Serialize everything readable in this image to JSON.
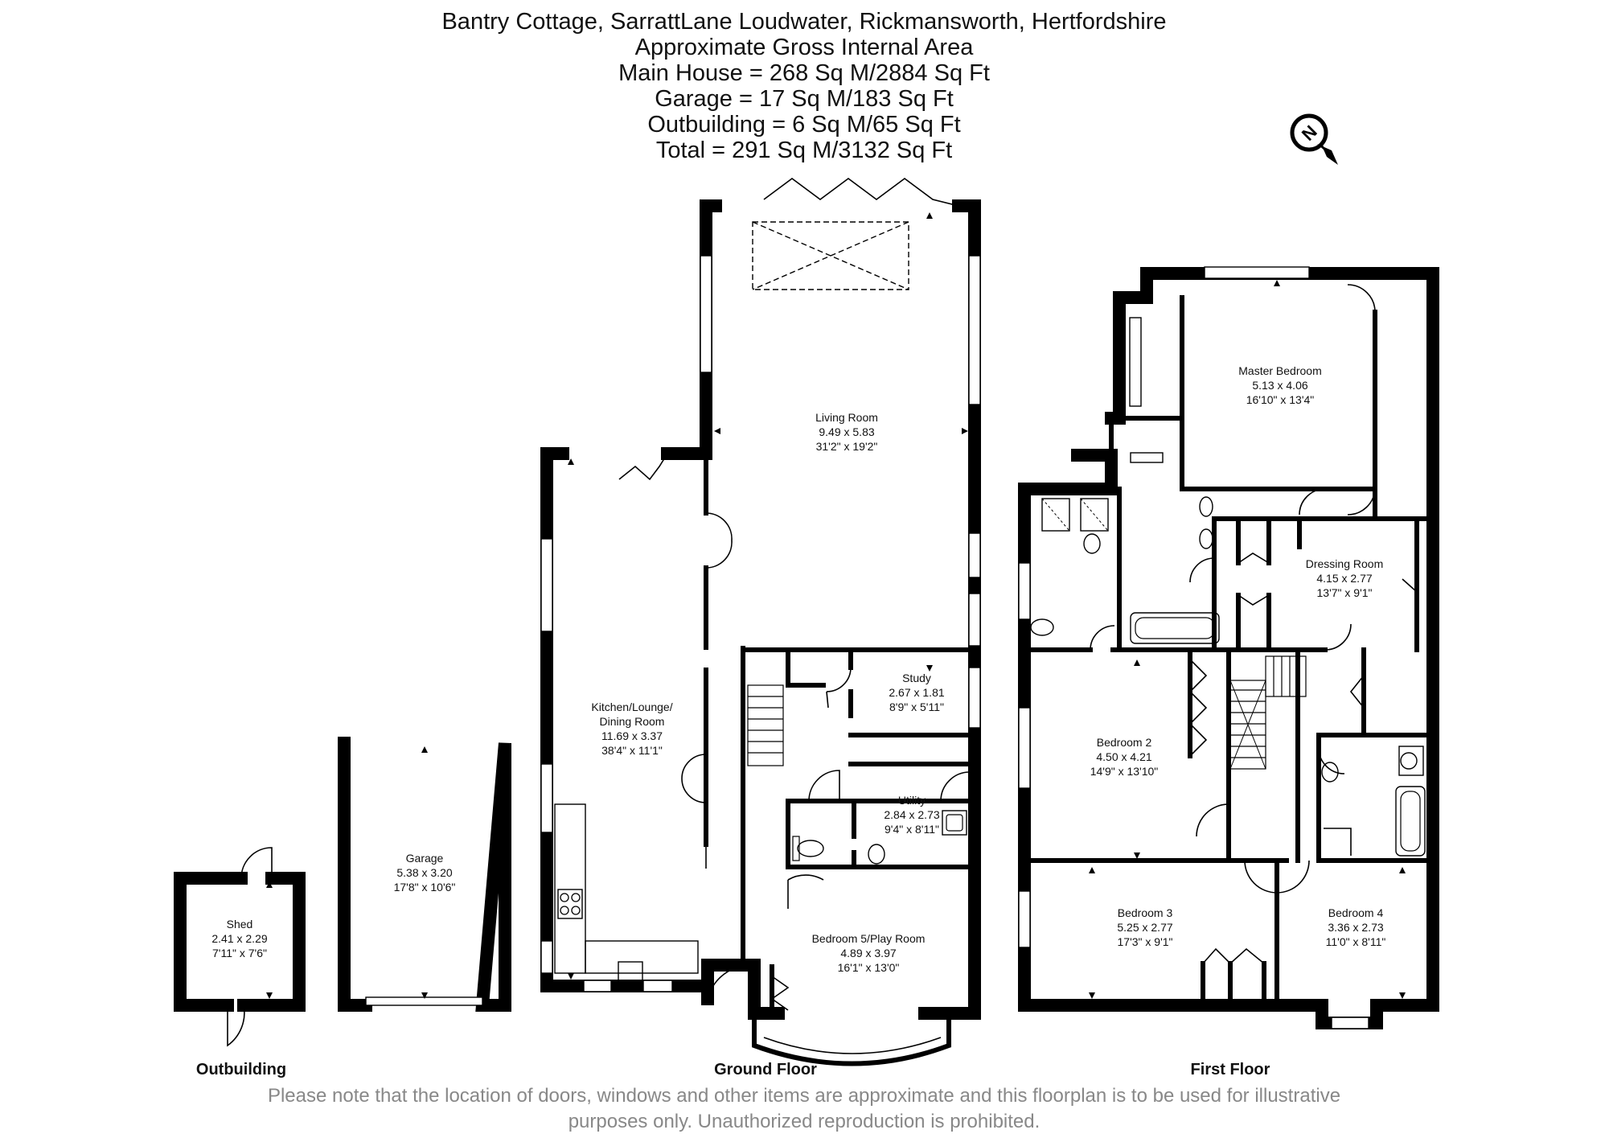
{
  "header": {
    "address": "Bantry Cottage, SarrattLane Loudwater, Rickmansworth, Hertfordshire",
    "area_title": "Approximate Gross Internal Area",
    "main_house": "Main House = 268 Sq M/2884 Sq Ft",
    "garage": "Garage = 17 Sq M/183 Sq Ft",
    "outbuilding": "Outbuilding = 6 Sq M/65 Sq Ft",
    "total": "Total = 291 Sq M/3132 Sq Ft"
  },
  "compass": {
    "letter": "N",
    "icon": "north-arrow-icon"
  },
  "rooms": {
    "living": {
      "name": "Living Room",
      "metric": "9.49 x 5.83",
      "imperial": "31'2\" x 19'2\""
    },
    "kitchen": {
      "name1": "Kitchen/Lounge/",
      "name2": "Dining Room",
      "metric": "11.69 x 3.37",
      "imperial": "38'4\" x 11'1\""
    },
    "study": {
      "name": "Study",
      "metric": "2.67 x 1.81",
      "imperial": "8'9\" x 5'11\""
    },
    "utility": {
      "name": "Utility",
      "metric": "2.84 x 2.73",
      "imperial": "9'4\" x 8'11\""
    },
    "bedroom5": {
      "name": "Bedroom 5/Play Room",
      "metric": "4.89 x 3.97",
      "imperial": "16'1\" x 13'0\""
    },
    "garage": {
      "name": "Garage",
      "metric": "5.38 x 3.20",
      "imperial": "17'8\" x 10'6\""
    },
    "shed": {
      "name": "Shed",
      "metric": "2.41 x 2.29",
      "imperial": "7'11\" x 7'6\""
    },
    "master": {
      "name": "Master Bedroom",
      "metric": "5.13 x 4.06",
      "imperial": "16'10\" x 13'4\""
    },
    "dressing": {
      "name": "Dressing Room",
      "metric": "4.15 x 2.77",
      "imperial": "13'7\" x 9'1\""
    },
    "bedroom2": {
      "name": "Bedroom 2",
      "metric": "4.50 x 4.21",
      "imperial": "14'9\" x 13'10\""
    },
    "bedroom3": {
      "name": "Bedroom 3",
      "metric": "5.25 x 2.77",
      "imperial": "17'3\" x 9'1\""
    },
    "bedroom4": {
      "name": "Bedroom 4",
      "metric": "3.36 x 2.73",
      "imperial": "11'0\" x 8'11\""
    }
  },
  "floors": {
    "outbuilding": "Outbuilding",
    "ground": "Ground Floor",
    "first": "First Floor"
  },
  "disclaimer": {
    "line1": "Please note that the location of doors, windows and other items are approximate and this floorplan is to be used for illustrative",
    "line2": "purposes only. Unauthorized reproduction is prohibited."
  }
}
